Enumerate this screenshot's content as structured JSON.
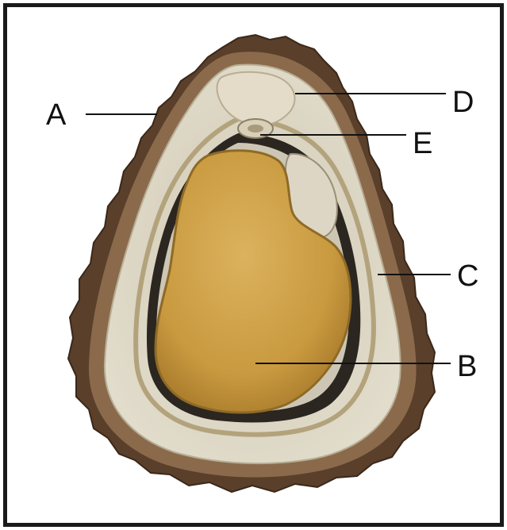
{
  "diagram": {
    "labels": {
      "a": "A",
      "b": "B",
      "c": "C",
      "d": "D",
      "e": "E"
    },
    "colors": {
      "frame": "#1a1a1a",
      "shell_edge": "#5a3f2a",
      "shell_rim": "#8b6a4c",
      "mantle": "#d9d3c2",
      "mantle_inner": "#c9c0a6",
      "gill_band": "#2b2620",
      "body_mass": "#c99a3f",
      "body_highlight": "#d8ad55",
      "hinge": "#e4dcc8",
      "leader_line": "#111111"
    }
  }
}
